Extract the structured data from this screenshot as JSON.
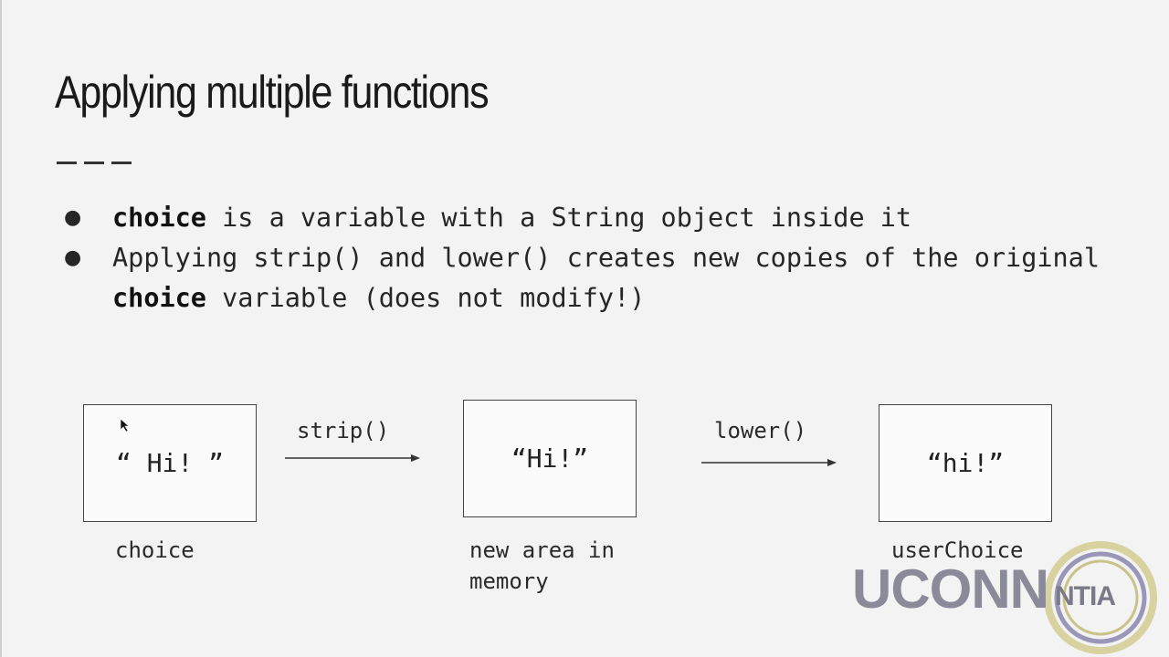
{
  "slide": {
    "title": "Applying multiple functions",
    "bullets": [
      {
        "bold": "choice",
        "text": " is a variable with a String object inside it"
      },
      {
        "pre": "Applying strip() and lower() creates new copies of the original ",
        "bold": "choice",
        "post": " variable (does not modify!)"
      }
    ]
  },
  "diagram": {
    "boxes": [
      {
        "value": "“ Hi! ”",
        "caption": "choice"
      },
      {
        "value": "“Hi!”",
        "caption_line1": "new area in",
        "caption_line2": "memory"
      },
      {
        "value": "“hi!”",
        "caption": "userChoice"
      }
    ],
    "arrows": [
      {
        "label": "strip()"
      },
      {
        "label": "lower()"
      }
    ]
  },
  "logo": {
    "main": "UCONN",
    "sub": "NTIA"
  },
  "colors": {
    "background": "#f3f3f3",
    "text": "#222222",
    "logo_gray": "#8a8a99",
    "logo_ring": "#c9c38a"
  }
}
